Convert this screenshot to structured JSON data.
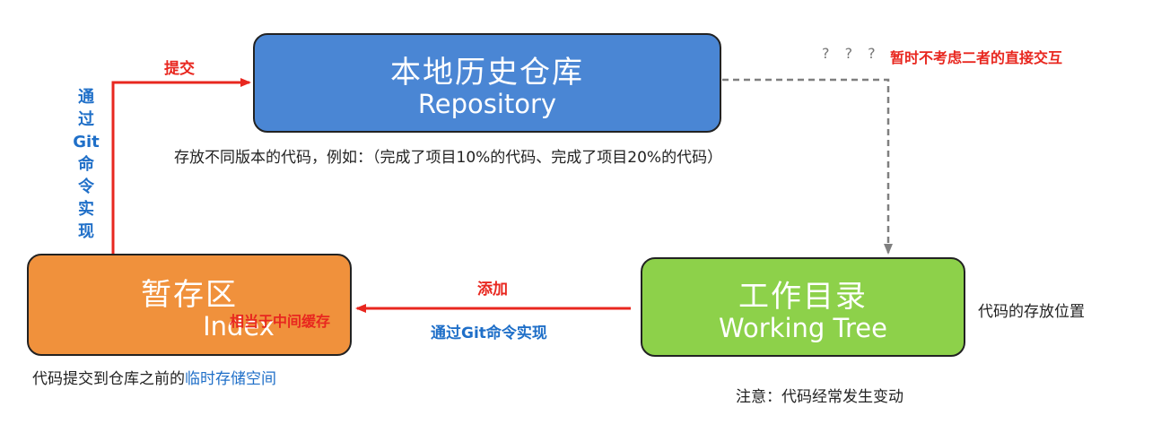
{
  "repository": {
    "title": "本地历史仓库",
    "subtitle": "Repository"
  },
  "repository_caption": "存放不同版本的代码，例如：（完成了项目10%的代码、完成了项目20%的代码）",
  "index": {
    "title": "暂存区",
    "subtitle": "Index",
    "note": "相当于中间缓存"
  },
  "index_caption": {
    "prefix": "代码提交到仓库之前的",
    "highlight": "临时存储空间"
  },
  "working_tree": {
    "title": "工作目录",
    "subtitle": "Working Tree"
  },
  "working_tree_side": "代码的存放位置",
  "working_tree_caption": "注意：代码经常发生变动",
  "commit_label": "提交",
  "vertical_label": [
    "通",
    "过",
    "Git",
    "命",
    "令",
    "实",
    "现"
  ],
  "add_label": "添加",
  "add_sub_label": "通过Git命令实现",
  "question_marks": "? ? ?",
  "question_note": "暂时不考虑二者的直接交互",
  "colors": {
    "repository": "#4a86d4",
    "index": "#f0913c",
    "working_tree": "#8dd14a",
    "red": "#e8271f",
    "blue": "#1f6fc8",
    "dashed": "#7f7f7f"
  }
}
